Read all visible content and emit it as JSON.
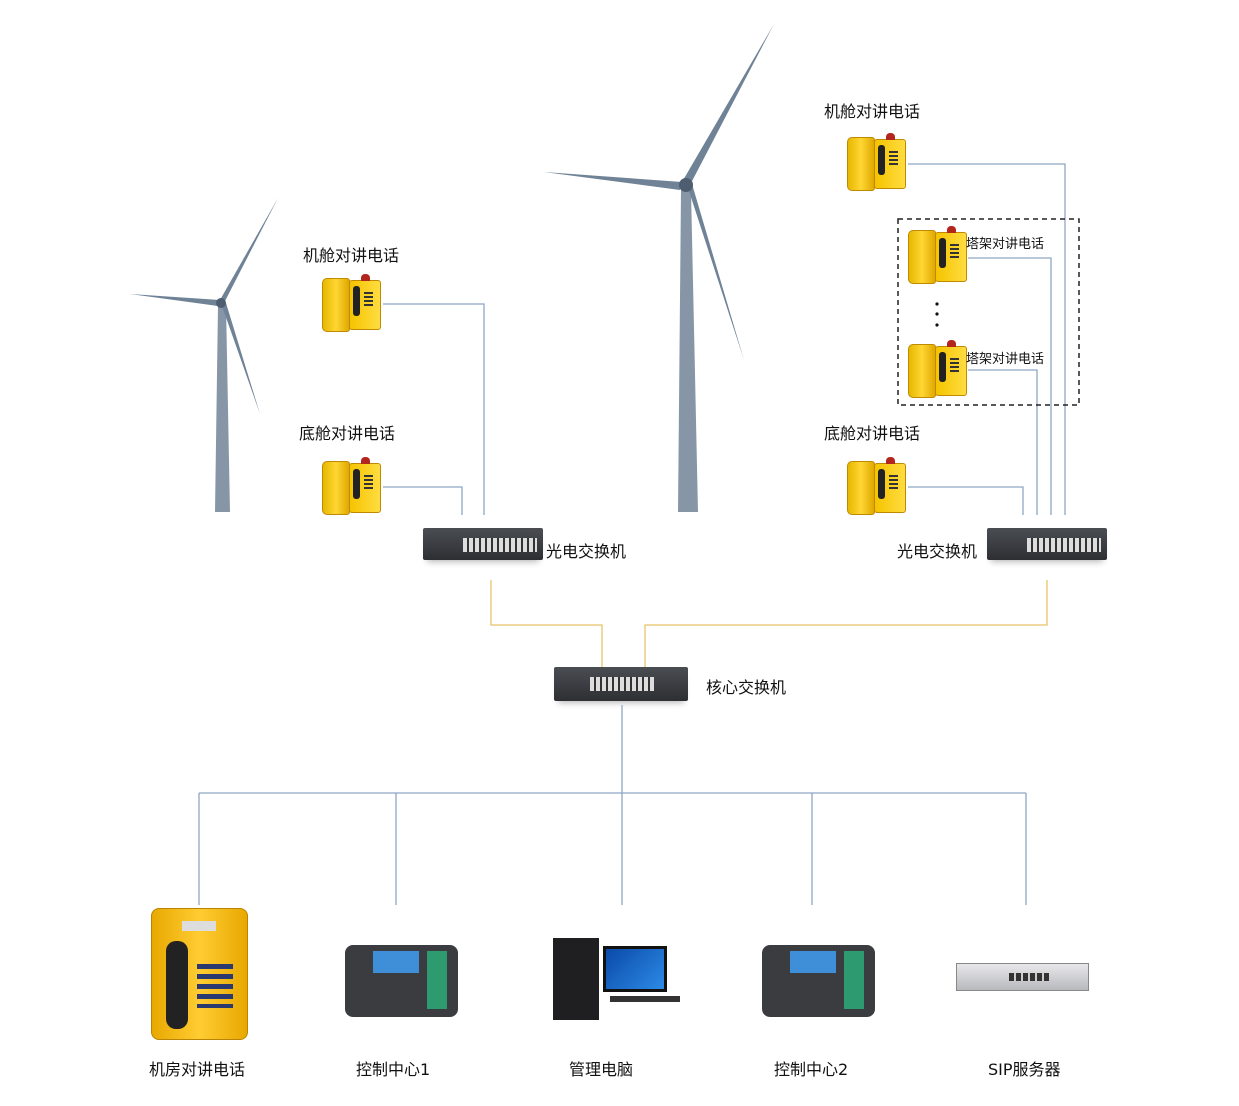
{
  "left_turbine": {
    "nacelle_phone_label": "机舱对讲电话",
    "bottom_phone_label": "底舱对讲电话",
    "switch_label": "光电交换机"
  },
  "right_turbine": {
    "nacelle_phone_label": "机舱对讲电话",
    "tower_phone_labels": [
      "塔架对讲电话",
      "塔架对讲电话"
    ],
    "bottom_phone_label": "底舱对讲电话",
    "switch_label": "光电交换机"
  },
  "core_switch_label": "核心交换机",
  "endpoints": [
    {
      "label": "机房对讲电话"
    },
    {
      "label": "控制中心1"
    },
    {
      "label": "管理电脑"
    },
    {
      "label": "控制中心2"
    },
    {
      "label": "SIP服务器"
    }
  ],
  "colors": {
    "blue_line": "#8ea7c4",
    "yellow_line": "#e8c36a",
    "phone_yellow": "#ffd633"
  }
}
